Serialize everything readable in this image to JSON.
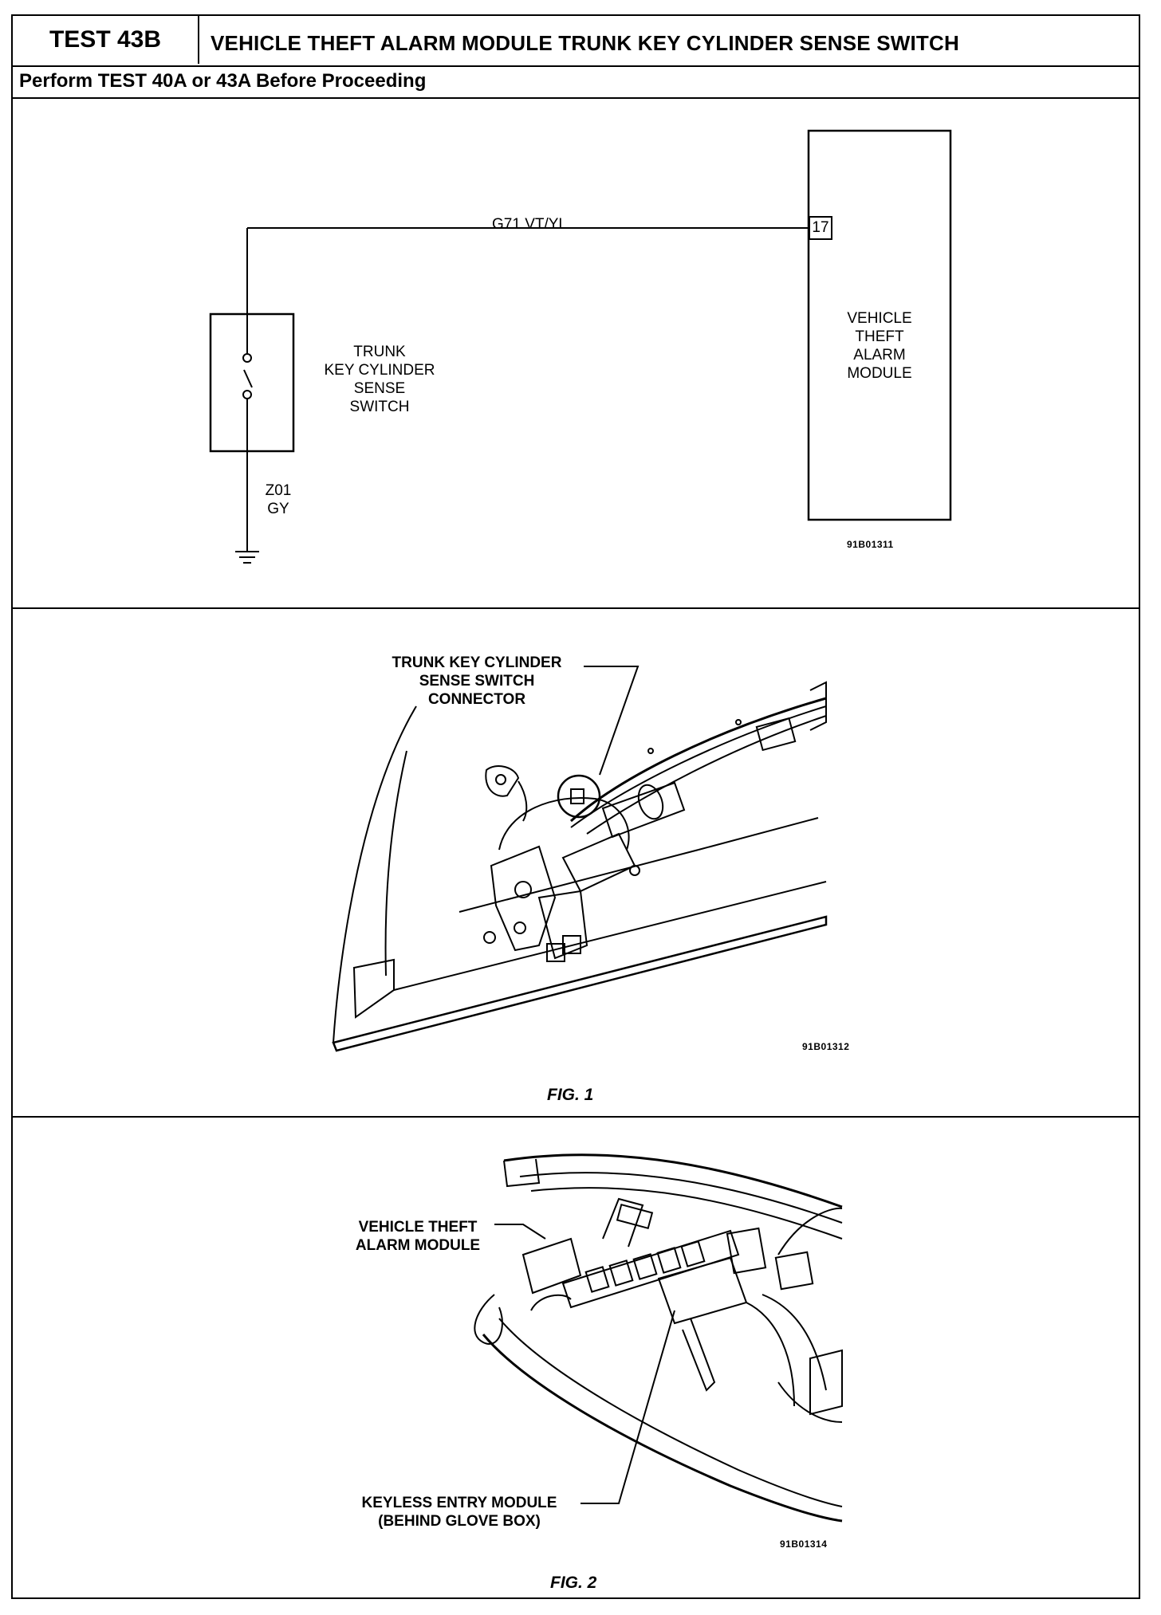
{
  "header": {
    "test_id": "TEST 43B",
    "title": "VEHICLE THEFT ALARM MODULE TRUNK KEY CYLINDER SENSE SWITCH"
  },
  "subheader": "Perform TEST 40A or 43A Before Proceeding",
  "schematic": {
    "wire_top": "G71  VT/YL",
    "pin": "17",
    "module_label": [
      "VEHICLE",
      "THEFT",
      "ALARM",
      "MODULE"
    ],
    "switch_label": [
      "TRUNK",
      "KEY  CYLINDER",
      "SENSE",
      "SWITCH"
    ],
    "ground_wire": [
      "Z01",
      "GY"
    ],
    "code": "91B01311"
  },
  "fig1": {
    "callout": [
      "TRUNK KEY CYLINDER",
      "SENSE SWITCH",
      "CONNECTOR"
    ],
    "code": "91B01312",
    "caption": "FIG. 1"
  },
  "fig2": {
    "callout_top": [
      "VEHICLE THEFT",
      "ALARM MODULE"
    ],
    "callout_bottom": [
      "KEYLESS ENTRY MODULE",
      "(BEHIND GLOVE BOX)"
    ],
    "code": "91B01314",
    "caption": "FIG. 2"
  }
}
